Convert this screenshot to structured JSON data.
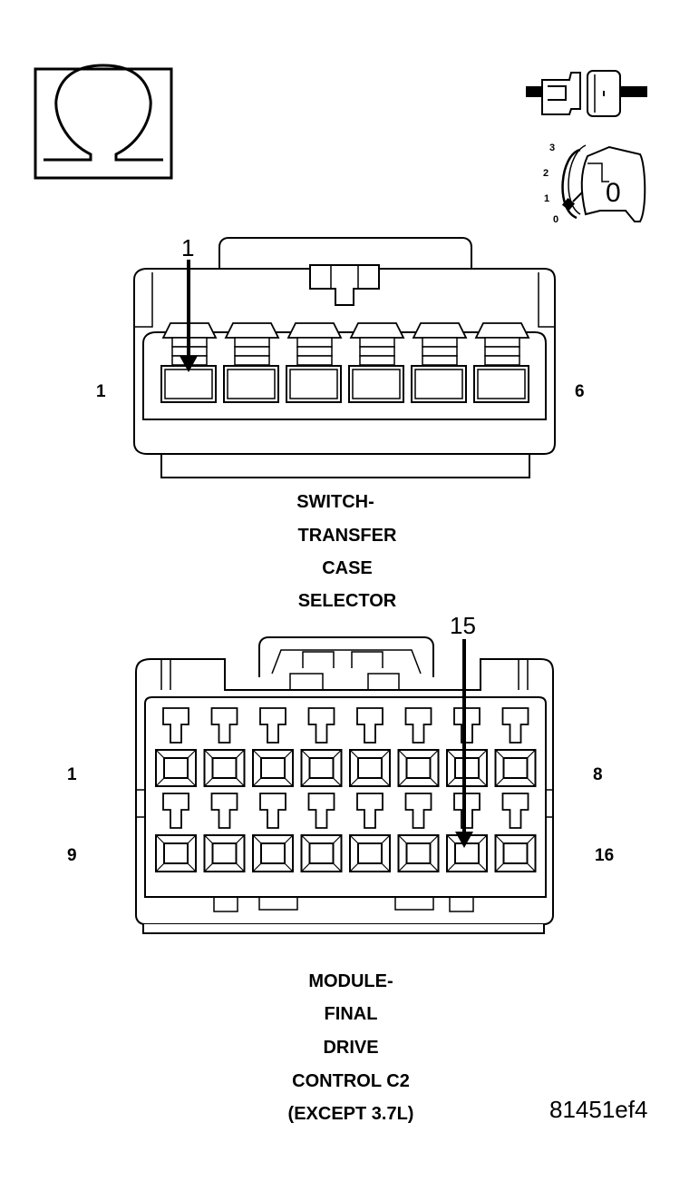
{
  "ohm_symbol": "Ω",
  "switch_selector": {
    "positions": [
      "3",
      "2",
      "1",
      "0"
    ],
    "selected": "0"
  },
  "connector_top": {
    "callout": "1",
    "left_pin": "1",
    "right_pin": "6",
    "caption": [
      "SWITCH-",
      "TRANSFER",
      "CASE",
      "SELECTOR"
    ]
  },
  "connector_bottom": {
    "callout": "15",
    "row1_left": "1",
    "row1_right": "8",
    "row2_left": "9",
    "row2_right": "16",
    "caption": [
      "MODULE-",
      "FINAL",
      "DRIVE",
      "CONTROL C2",
      "(EXCEPT 3.7L)"
    ]
  },
  "figure_id": "81451ef4"
}
